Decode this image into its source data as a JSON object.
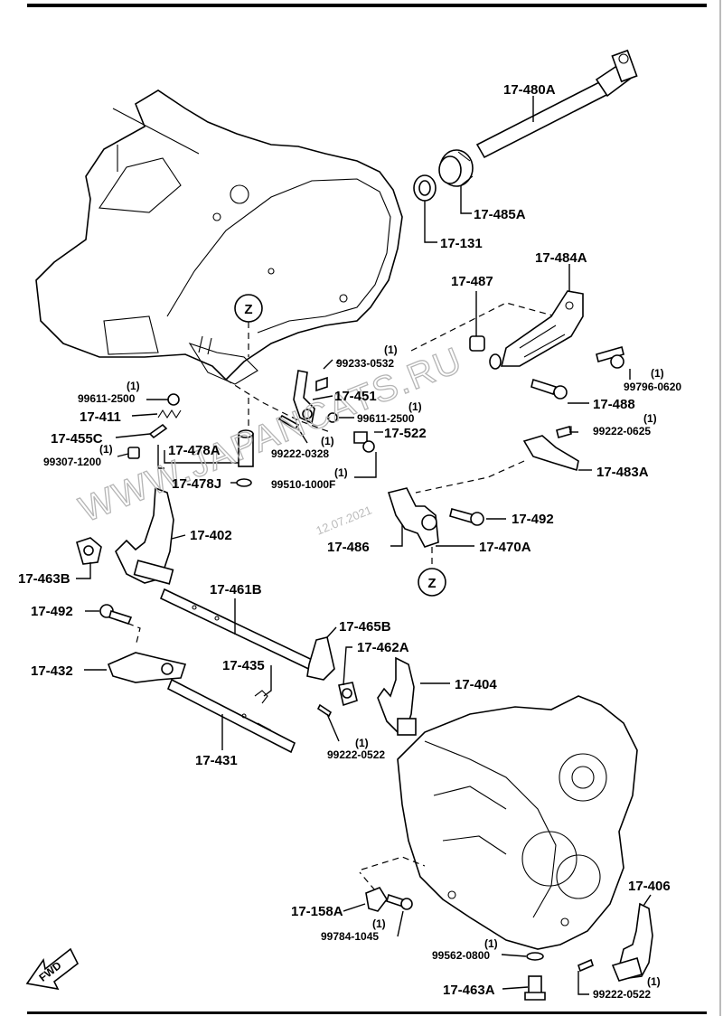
{
  "labels": {
    "p17_480A": "17-480A",
    "p17_485A": "17-485A",
    "p17_131": "17-131",
    "p17_484A": "17-484A",
    "p17_487": "17-487",
    "p99233_0532": "99233-0532",
    "p99796_0620": "99796-0620",
    "p17_488": "17-488",
    "p17_451": "17-451",
    "p99611_2500_r": "99611-2500",
    "p17_522": "17-522",
    "p99222_0328": "99222-0328",
    "p99510_1000F": "99510-1000F",
    "p99222_0625": "99222-0625",
    "p17_483A": "17-483A",
    "p17_492_r": "17-492",
    "p17_486": "17-486",
    "p17_470A": "17-470A",
    "p99611_2500_l": "99611-2500",
    "p17_411": "17-411",
    "p17_455C": "17-455C",
    "p99307_1200": "99307-1200",
    "p17_478A": "17-478A",
    "p17_478J": "17-478J",
    "p17_402": "17-402",
    "p17_463B": "17-463B",
    "p17_461B": "17-461B",
    "p17_492_l": "17-492",
    "p17_465B": "17-465B",
    "p17_462A": "17-462A",
    "p17_432": "17-432",
    "p17_435": "17-435",
    "p17_404": "17-404",
    "p99222_0522_m": "99222-0522",
    "p17_431": "17-431",
    "p17_406": "17-406",
    "p17_158A": "17-158A",
    "p99784_1045": "99784-1045",
    "p99562_0800": "99562-0800",
    "p17_463A": "17-463A",
    "p99222_0522_b": "99222-0522"
  },
  "qty": "(1)",
  "ref_marker": "Z",
  "fwd": "FWD",
  "watermark": "WWW.JAPANCATS.RU",
  "date_stamp": "12.07.2021"
}
